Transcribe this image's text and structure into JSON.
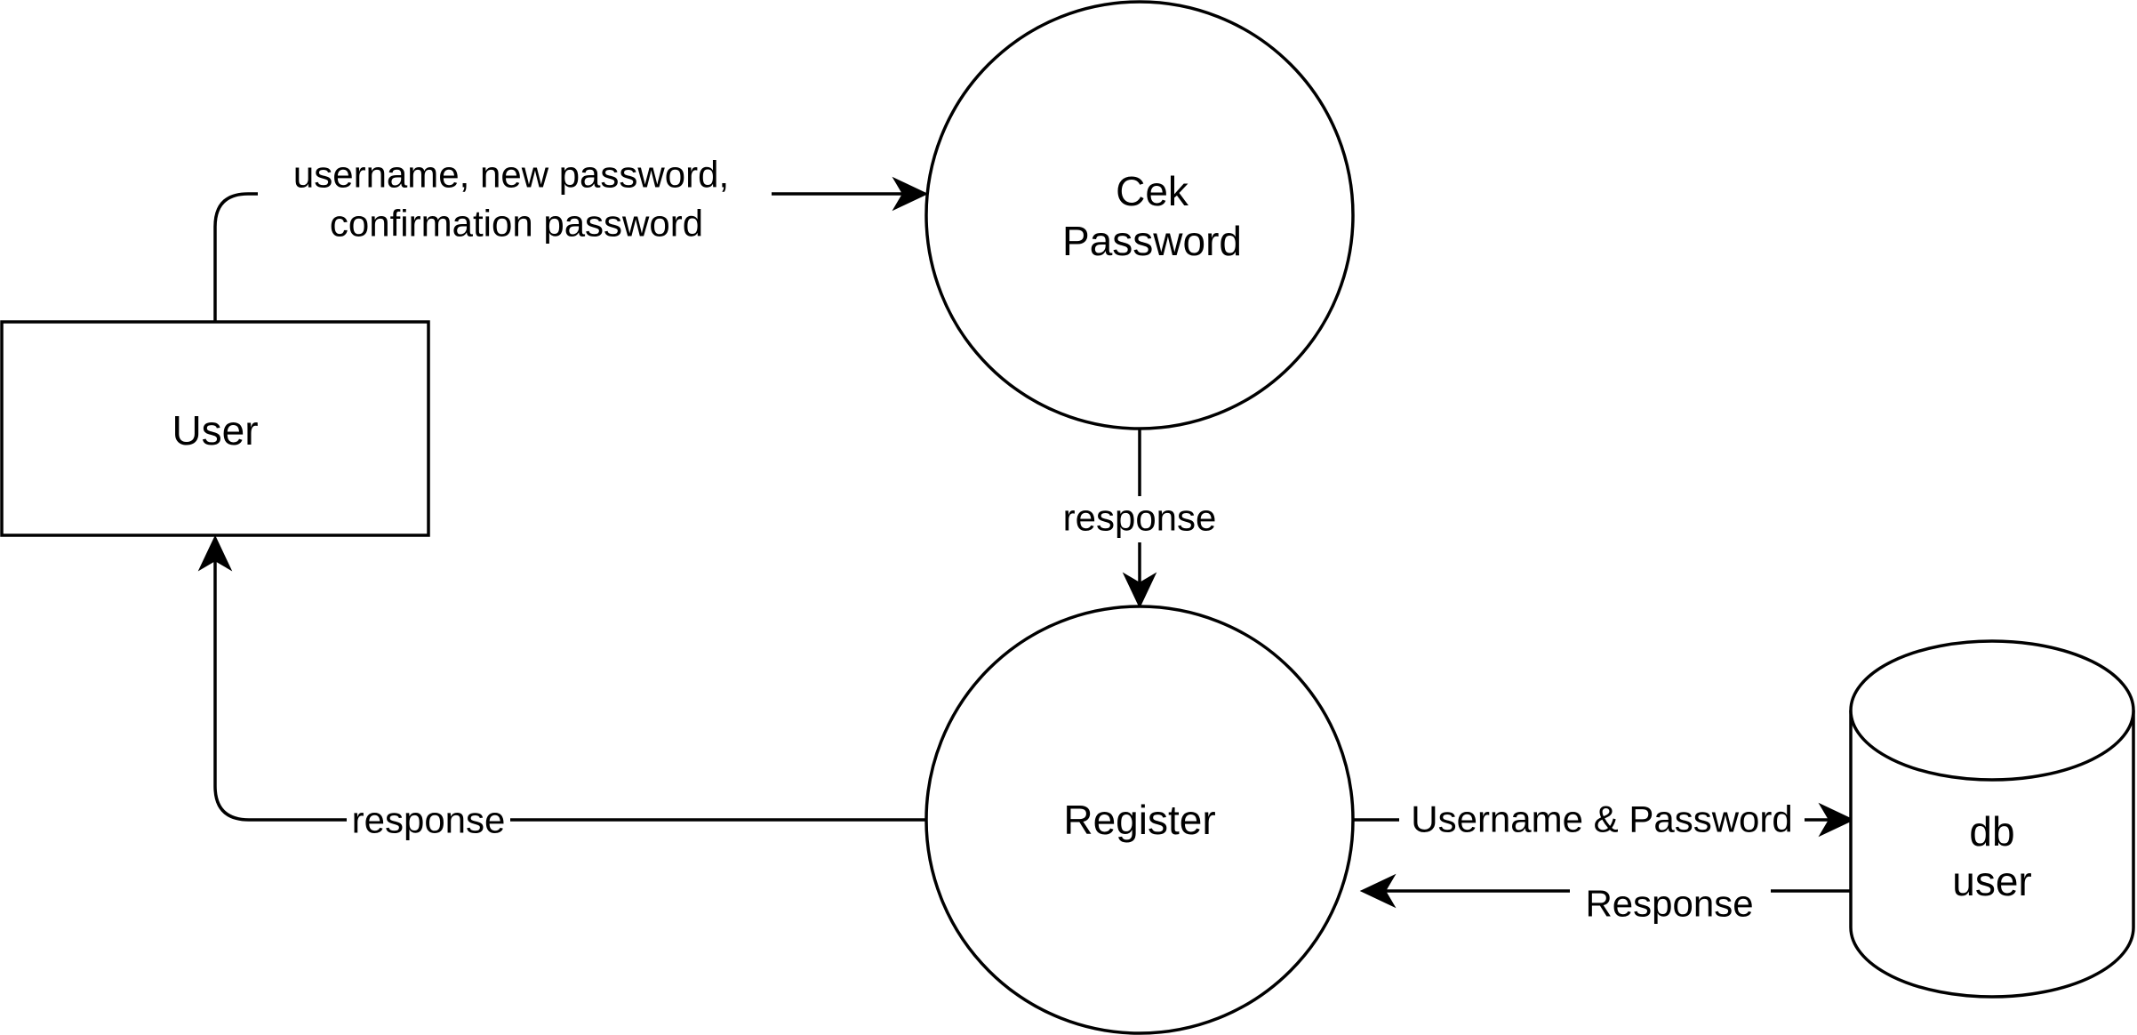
{
  "nodes": {
    "user": {
      "label": "User"
    },
    "cek_password": {
      "line1": "Cek",
      "line2": "Password"
    },
    "register": {
      "label": "Register"
    },
    "db_user": {
      "line1": "db",
      "line2": "user"
    }
  },
  "edges": {
    "user_to_cek": {
      "line1": "username, new password,",
      "line2": "confirmation password"
    },
    "cek_to_register": {
      "label": "response"
    },
    "register_to_user": {
      "label": "response"
    },
    "register_to_db": {
      "label": "Username & Password"
    },
    "db_to_register": {
      "label": "Response"
    }
  },
  "colors": {
    "stroke": "#000000",
    "fill": "#ffffff",
    "text": "#000000"
  }
}
